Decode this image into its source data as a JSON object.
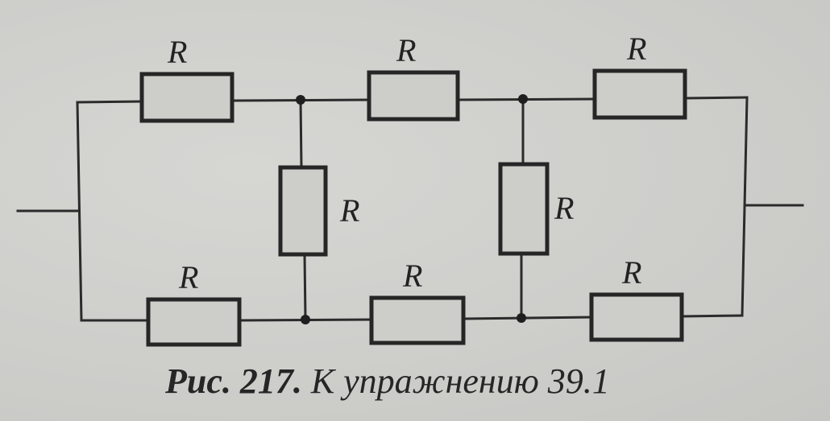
{
  "figure": {
    "caption_number": "Рис. 217.",
    "caption_text": "К упражнению 39.1"
  },
  "circuit": {
    "resistors": [
      {
        "id": "top-left",
        "label": "R"
      },
      {
        "id": "top-middle",
        "label": "R"
      },
      {
        "id": "top-right",
        "label": "R"
      },
      {
        "id": "bridge-left",
        "label": "R"
      },
      {
        "id": "bridge-right",
        "label": "R"
      },
      {
        "id": "bottom-left",
        "label": "R"
      },
      {
        "id": "bottom-middle",
        "label": "R"
      },
      {
        "id": "bottom-right",
        "label": "R"
      }
    ],
    "junction_count": 4
  },
  "colors": {
    "paper": "#cdcdca",
    "ink": "#262626"
  }
}
